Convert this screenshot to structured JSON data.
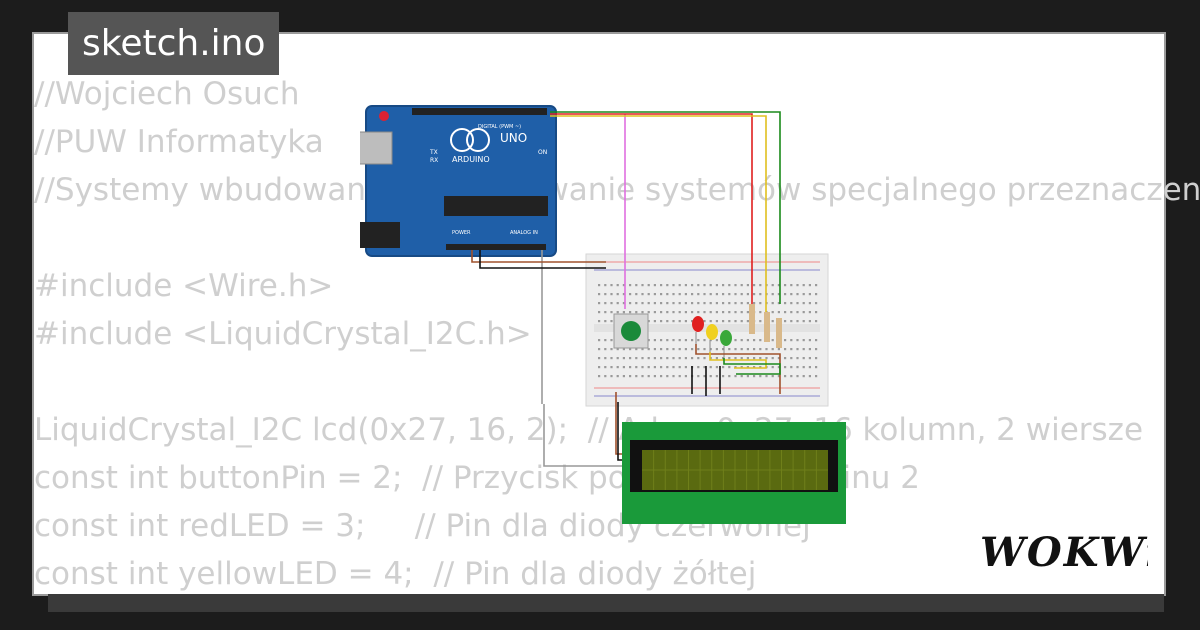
{
  "header": {
    "file_name": "sketch.ino"
  },
  "code": {
    "lines": [
      "//Wojciech Osuch",
      "//PUW Informatyka",
      "//Systemy wbudowane - projektowanie systemów specjalnego przeznaczenia",
      "",
      "#include <Wire.h>",
      "#include <LiquidCrystal_I2C.h>",
      "",
      "LiquidCrystal_I2C lcd(0x27, 16, 2);  // Adres 0x27, 16 kolumn, 2 wiersze",
      "const int buttonPin = 2;  // Przycisk podłączony do pinu 2",
      "const int redLED = 3;     // Pin dla diody czerwonej",
      "const int yellowLED = 4;  // Pin dla diody żółtej"
    ]
  },
  "arduino": {
    "brand": "ARDUINO",
    "model": "UNO",
    "digital_label": "DIGITAL (PWM ~)",
    "power_label": "POWER",
    "analog_label": "ANALOG IN",
    "on_label": "ON",
    "tx_label": "TX",
    "rx_label": "RX"
  },
  "brand": {
    "logo_text": "WOKWi"
  },
  "colors": {
    "background": "#1c1c1c",
    "card": "#ffffff",
    "code_text": "#cfcfcf",
    "badge": "#555555"
  }
}
